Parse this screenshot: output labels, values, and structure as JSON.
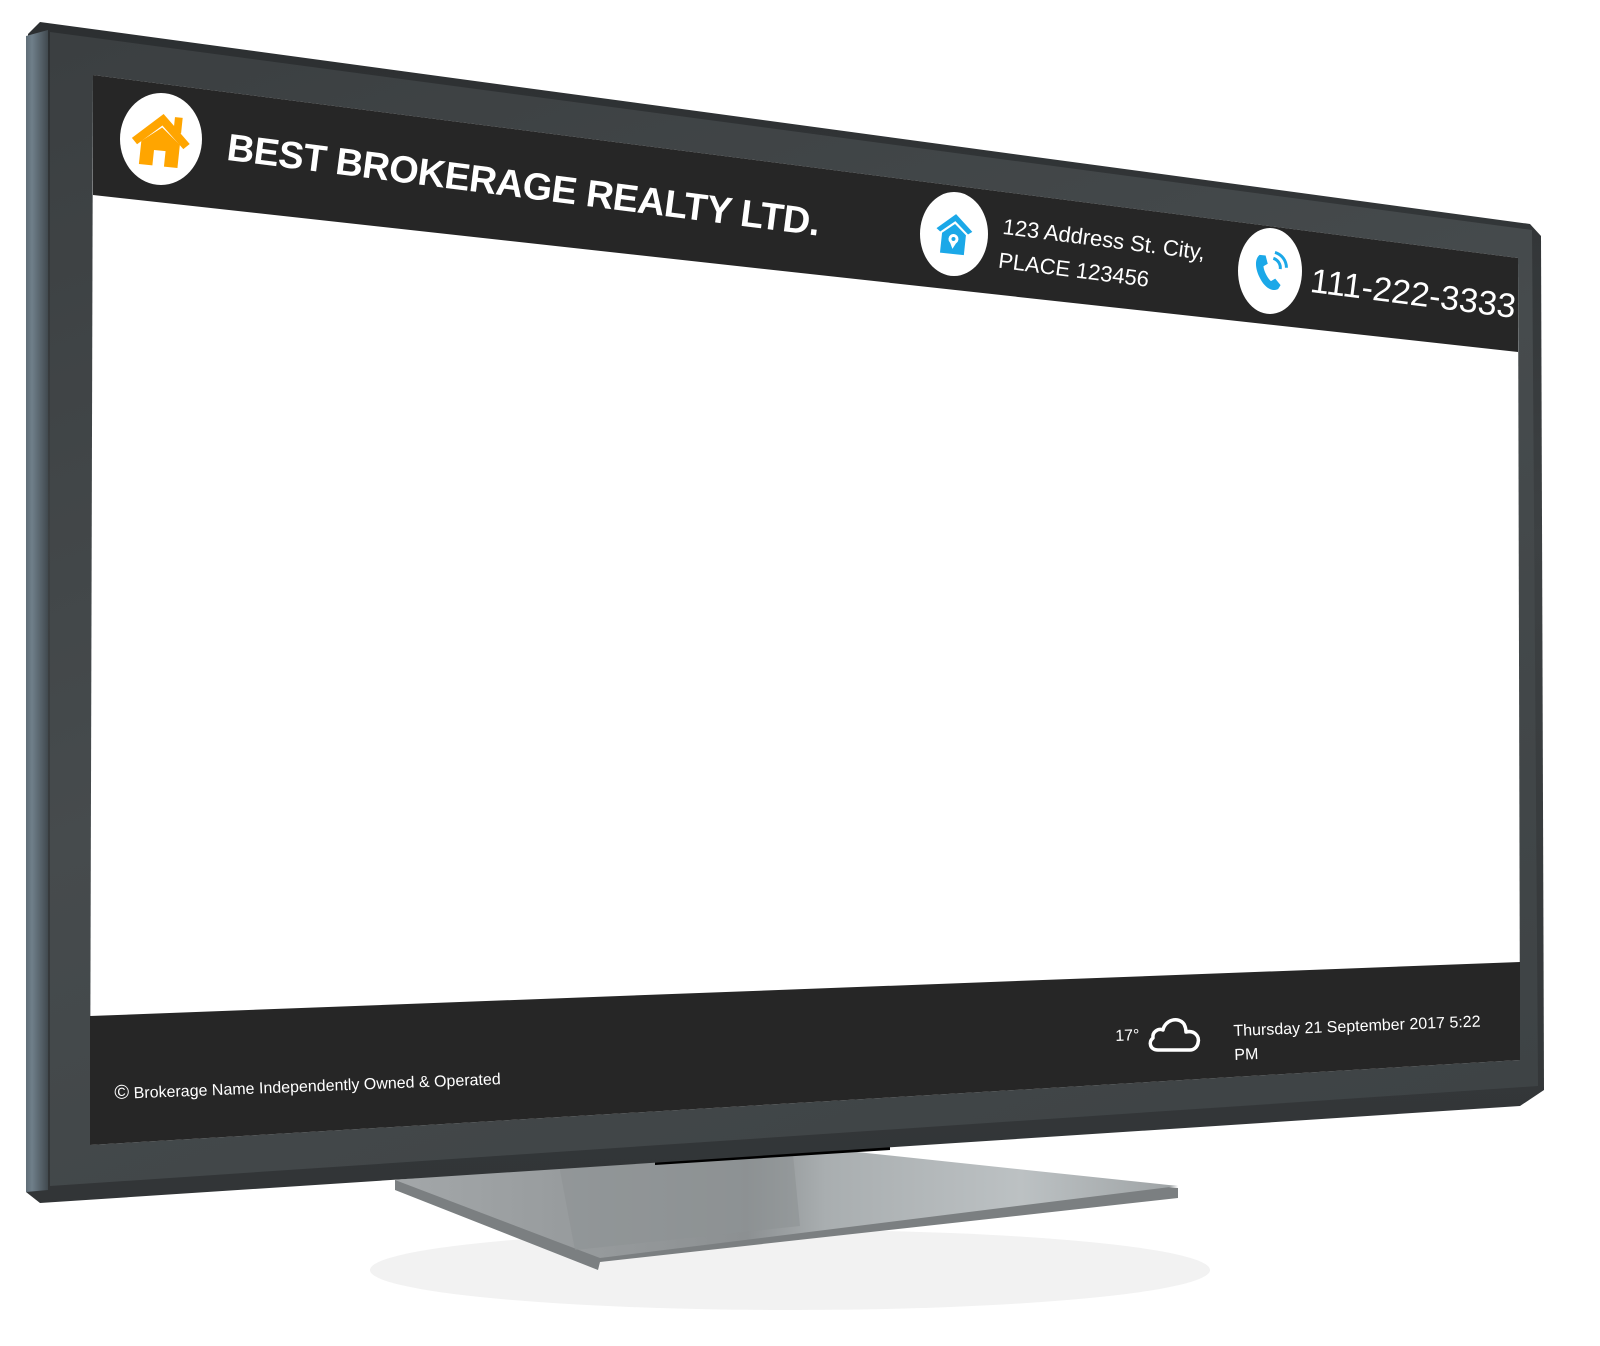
{
  "header": {
    "brand_name": "BEST BROKERAGE REALTY LTD.",
    "logo_icon": "house-icon",
    "address": {
      "icon": "home-location-icon",
      "line1": "123 Address St. City,",
      "line2": "PLACE 123456"
    },
    "phone": {
      "icon": "phone-icon",
      "number": "111-222-3333"
    }
  },
  "footer": {
    "copyright_symbol": "©",
    "copyright_text": "Brokerage Name Independently Owned & Operated",
    "weather": {
      "temperature": "17°",
      "icon": "cloud-icon"
    },
    "datetime": "Thursday 21 September 2017 5:22 PM"
  },
  "colors": {
    "bar_background": "#262626",
    "logo_accent": "#FFA500",
    "icon_accent": "#1BA8E8",
    "screen_background": "#FFFFFF"
  }
}
